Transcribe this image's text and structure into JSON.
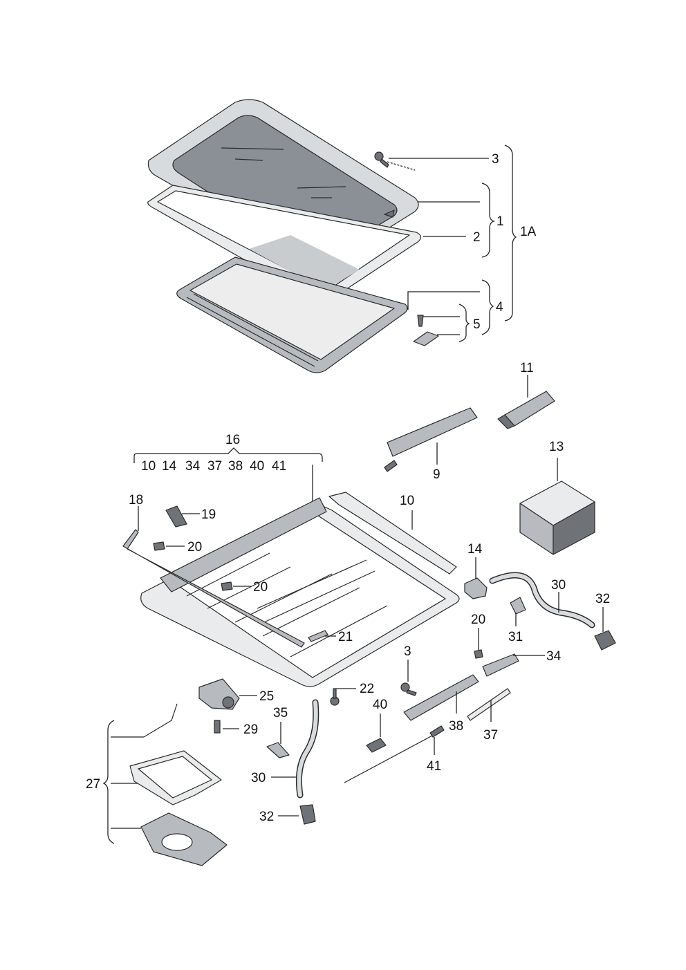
{
  "labels": {
    "p3a": "3",
    "p1": "1",
    "p2": "2",
    "p1A": "1A",
    "p4": "4",
    "p5": "5",
    "p11": "11",
    "p9": "9",
    "p16": "16",
    "g10": "10",
    "g14": "14",
    "g34": "34",
    "g37": "37",
    "g38": "38",
    "g40": "40",
    "g41": "41",
    "p13": "13",
    "p18": "18",
    "p19": "19",
    "p20a": "20",
    "p10": "10",
    "p20b": "20",
    "p14": "14",
    "p30a": "30",
    "p32a": "32",
    "p21": "21",
    "p20c": "20",
    "p31": "31",
    "p3b": "3",
    "p34": "34",
    "p22": "22",
    "p25": "25",
    "p40": "40",
    "p38": "38",
    "p35": "35",
    "p37": "37",
    "p29": "29",
    "p41": "41",
    "p27": "27",
    "p30b": "30",
    "p32b": "32"
  }
}
